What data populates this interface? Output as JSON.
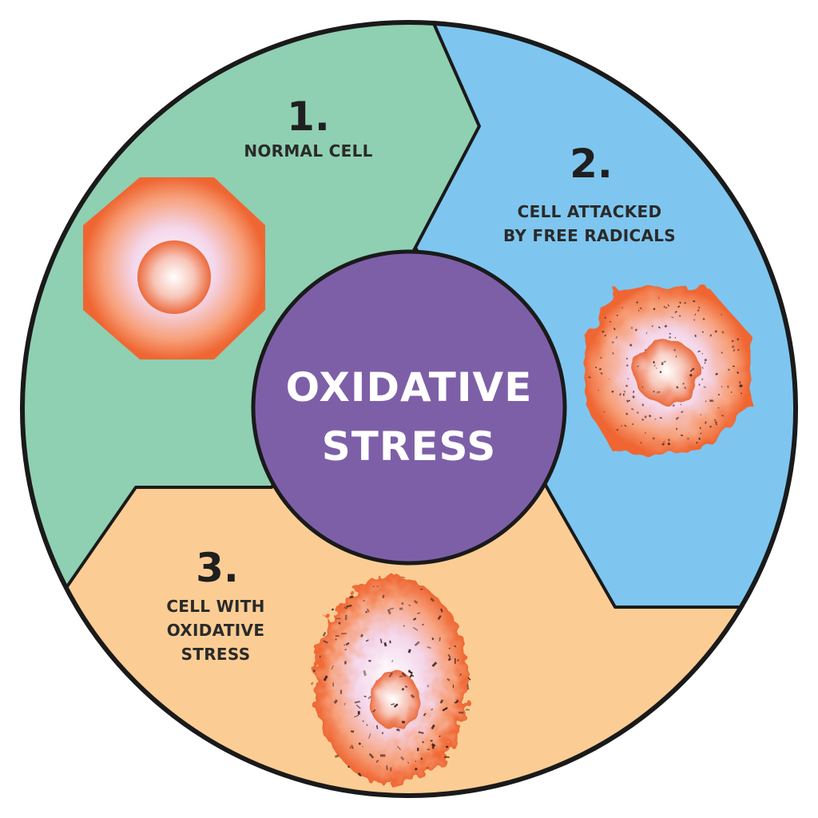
{
  "center": {
    "line1": "OXIDATIVE",
    "line2": "STRESS",
    "color": "#7d5fa8"
  },
  "stages": [
    {
      "number": "1.",
      "label_lines": [
        "NORMAL CELL"
      ],
      "color": "#8fcfb2"
    },
    {
      "number": "2.",
      "label_lines": [
        "CELL ATTACKED",
        "BY FREE RADICALS"
      ],
      "color": "#7ec6ef"
    },
    {
      "number": "3.",
      "label_lines": [
        "CELL WITH",
        "OXIDATIVE",
        "STRESS"
      ],
      "color": "#fbcd94"
    }
  ],
  "cell_colors": {
    "membrane": "#f06a35",
    "interior": "#f4d4e8",
    "center": "#ffffff"
  }
}
